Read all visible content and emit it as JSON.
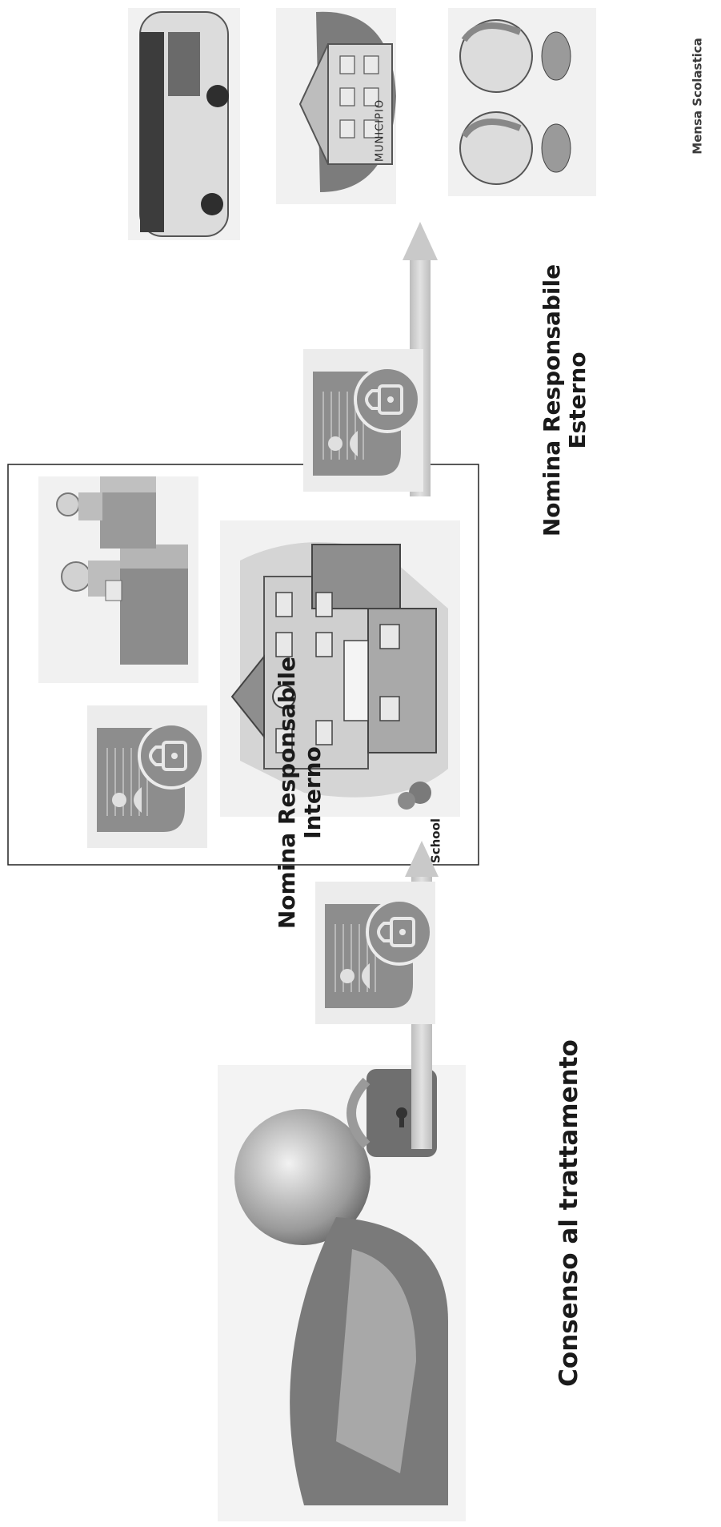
{
  "labels": {
    "consenso": "Consenso al trattamento",
    "nomina_interno_line1": "Nomina Responsabile",
    "nomina_interno_line2": "Interno",
    "nomina_esterno_line1": "Nomina Responsabile",
    "nomina_esterno_line2": "Esterno",
    "mensa": "Mensa Scolastica",
    "municipio": "MUNICIPIO",
    "school": "School"
  },
  "icons": {
    "parent": "parent-with-padlock-icon",
    "document_lock": "locked-personal-document-icon",
    "office": "office-workers-icon",
    "school": "school-building-icon",
    "bus": "school-bus-icon",
    "town_hall": "town-hall-icon",
    "canteen": "children-eating-icon"
  },
  "colors": {
    "doc_fill": "#8d8d8d",
    "arrow_fill": "#c9c9c9",
    "frame": "#222222"
  }
}
